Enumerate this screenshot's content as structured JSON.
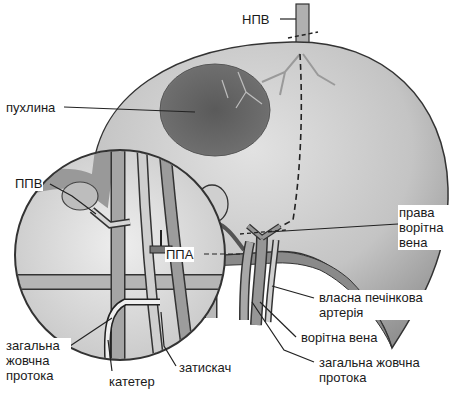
{
  "diagram": {
    "labels": [
      "НПВ",
      "пухлина",
      "ППВ",
      "права ворітна вена",
      "ППА",
      "власна печінкова артерія",
      "ворітна вена",
      "загальна жовчна протока",
      "загальна жовчна протока",
      "катетер",
      "затискач"
    ]
  }
}
